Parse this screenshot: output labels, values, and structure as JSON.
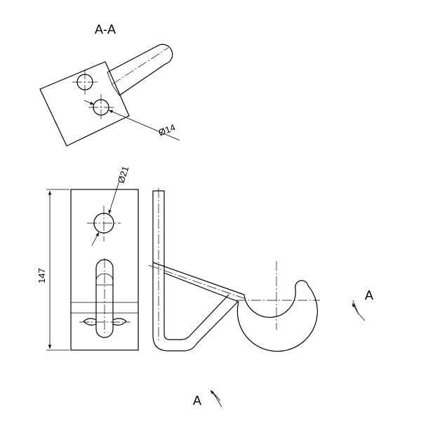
{
  "section_title": "A-A",
  "dimensions": {
    "hole_small": "Ø14",
    "hole_large": "Ø21",
    "height": "147"
  },
  "section_markers": {
    "right": "A",
    "bottom": "A"
  },
  "colors": {
    "line": "#000000",
    "background": "#ffffff"
  }
}
